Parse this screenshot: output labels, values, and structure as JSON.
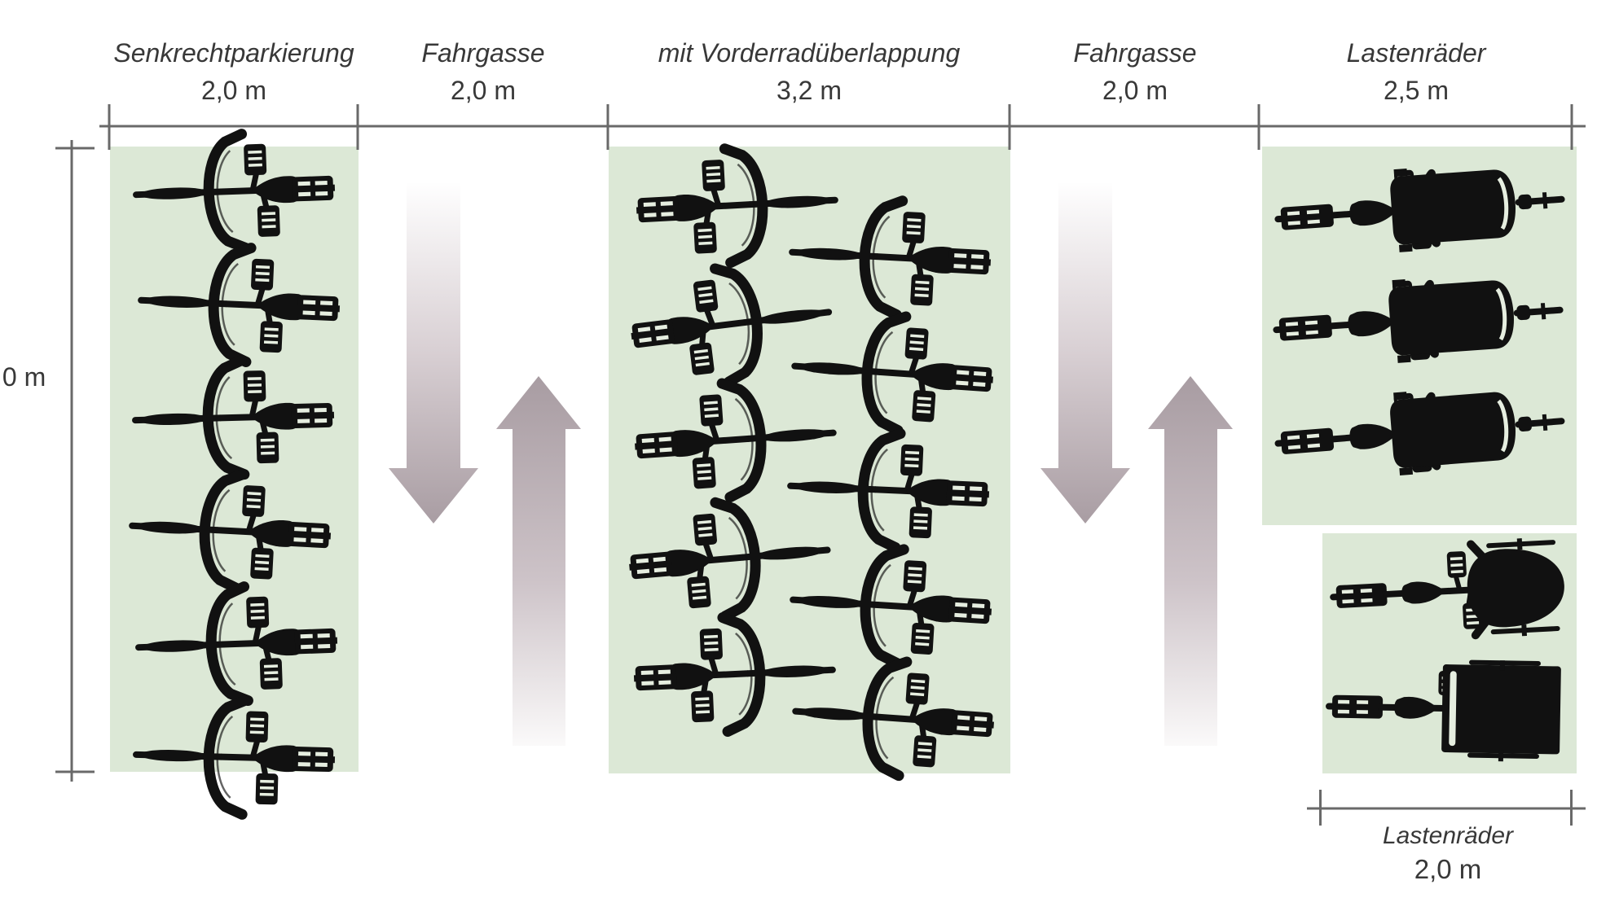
{
  "figure": {
    "description": "Top-view dimensioning diagram of bicycle parking layout with perpendicular parking, aisles and cargo-bike bays",
    "segments": [
      {
        "label": "Senkrechtparkierung",
        "measure": "2,0 m"
      },
      {
        "label": "Fahrgasse",
        "measure": "2,0 m"
      },
      {
        "label": "mit Vorderradüberlappung",
        "measure": "3,2 m"
      },
      {
        "label": "Fahrgasse",
        "measure": "2,0 m"
      },
      {
        "label": "Lastenräder",
        "measure": "2,5 m"
      }
    ],
    "left_dimension": {
      "measure": ",0 m"
    },
    "bottom_dimension": {
      "label": "Lastenräder",
      "measure": "2,0 m"
    },
    "areas": {
      "senkrechtparkierung": {
        "bicycles": 6
      },
      "mit_vorderradueberlappung": {
        "bicycles": 10
      },
      "lastenraeder_upper": {
        "cargo_bikes": 3
      },
      "lastenraeder_lower": {
        "cargo_trikes": 2
      }
    },
    "icons": {
      "bicycle": "bicycle-top-view-icon",
      "cargo_bike": "cargo-bike-top-view-icon",
      "cargo_trike_round": "cargo-trike-round-box-icon",
      "cargo_trike_rect": "cargo-trike-rect-box-icon",
      "arrow_down": "traffic-direction-down-arrow",
      "arrow_up": "traffic-direction-up-arrow"
    },
    "colors": {
      "panel_green": "#dce8d6",
      "arrow_dark": "#a89ca2",
      "arrow_light": "#ffffff",
      "dimension_line": "#696969",
      "text": "#383838",
      "silhouette": "#111111"
    }
  }
}
